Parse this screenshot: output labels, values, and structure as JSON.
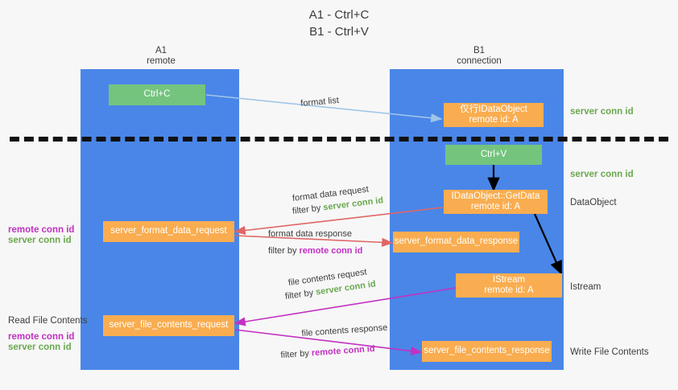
{
  "title": {
    "line1": "A1 - Ctrl+C",
    "line2": "B1 - Ctrl+V"
  },
  "lanes": [
    {
      "id": "a1",
      "name": "A1",
      "sub": "remote"
    },
    {
      "id": "b1",
      "name": "B1",
      "sub": "connection"
    }
  ],
  "boxes": {
    "ctrl_c": {
      "label": "Ctrl+C",
      "color": "#74c47e"
    },
    "ctrl_v": {
      "label": "Ctrl+V",
      "color": "#74c47e"
    },
    "idataobject": {
      "line1": "仅行IDataObject",
      "line2": "remote id: A",
      "color": "#f9ad50"
    },
    "getdata": {
      "line1": "IDataObject::GetData",
      "line2": "remote id: A",
      "color": "#f9ad50"
    },
    "istream": {
      "line1": "IStream",
      "line2": "remote id: A",
      "color": "#f9ad50"
    },
    "server_format_data_request": {
      "label": "server_format_data_request",
      "color": "#f9ad50"
    },
    "server_format_data_response": {
      "label": "server_format_data_response",
      "color": "#f9ad50"
    },
    "server_file_contents_request": {
      "label": "server_file_contents_request",
      "color": "#f9ad50"
    },
    "server_file_contents_response": {
      "label": "server_file_contents_response",
      "color": "#f9ad50"
    }
  },
  "right_labels": {
    "server_conn_id_1": "server conn id",
    "server_conn_id_2": "server conn id",
    "dataobject": "DataObject",
    "istream": "Istream",
    "write_file_contents": "Write File Contents"
  },
  "left_labels": {
    "remote_conn_id_1": "remote conn id",
    "server_conn_id_1": "server conn id",
    "read_file_contents": "Read File Contents",
    "remote_conn_id_2": "remote conn id",
    "server_conn_id_2": "server conn id"
  },
  "flow_labels": {
    "format_list": "format list",
    "format_data_request": "format data request",
    "format_data_request_filter_prefix": "filter by ",
    "format_data_request_filter_value": "server conn id",
    "format_data_response": "format data response",
    "format_data_response_filter_prefix": "filter by ",
    "format_data_response_filter_value": "remote conn id",
    "file_contents_request": "file contents request",
    "file_contents_request_filter_prefix": "filter by ",
    "file_contents_request_filter_value": "server conn id",
    "file_contents_response": "file contents response",
    "file_contents_response_filter_prefix": "filter by ",
    "file_contents_response_filter_value": "remote conn id"
  },
  "colors": {
    "lane": "#4a86e8",
    "orange": "#f9ad50",
    "green_box": "#74c47e",
    "green_text": "#6aa84f",
    "magenta_text": "#c231c2",
    "arrow_blue": "#9fc5e8",
    "arrow_red": "#e06666",
    "arrow_magenta": "#c231c2",
    "arrow_black": "#000000",
    "background": "#f7f7f7"
  }
}
